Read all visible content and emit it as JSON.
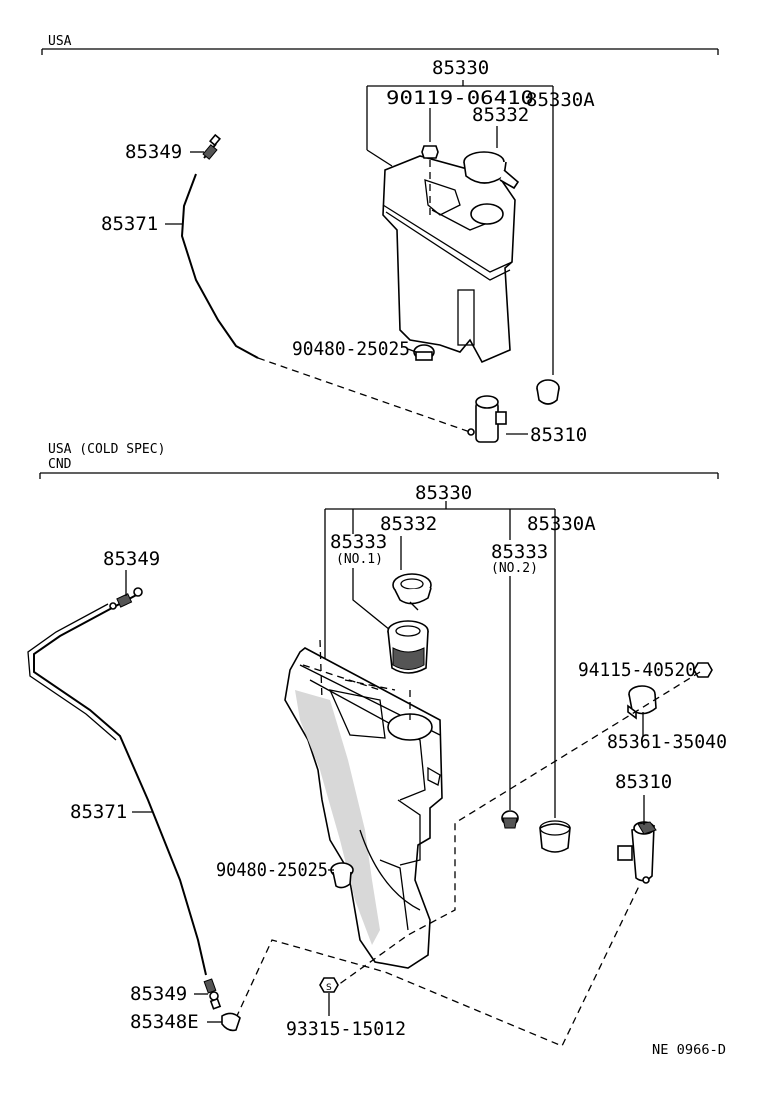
{
  "sections": {
    "top": {
      "header": "USA"
    },
    "bottom": {
      "header_line1": "USA (COLD SPEC)",
      "header_line2": "CND"
    }
  },
  "top_labels": {
    "assy": "85330",
    "bolt": "90119-06410",
    "assy_a": "85330A",
    "cap": "85332",
    "nozzle": "85349",
    "hose": "85371",
    "grommet": "90480-25025",
    "pump": "85310"
  },
  "bottom_labels": {
    "assy": "85330",
    "cap": "85332",
    "assy_a": "85330A",
    "strainer_no1": "85333",
    "strainer_no1_note": "(NO.1)",
    "strainer_no2": "85333",
    "strainer_no2_note": "(NO.2)",
    "nut": "94115-40520",
    "clamp": "85361-35040",
    "pump": "85310",
    "nozzle_top": "85349",
    "hose": "85371",
    "grommet": "90480-25025",
    "nozzle_bottom": "85349",
    "joint": "85348E",
    "screw": "93315-15012"
  },
  "figure_code": "NE 0966-D"
}
